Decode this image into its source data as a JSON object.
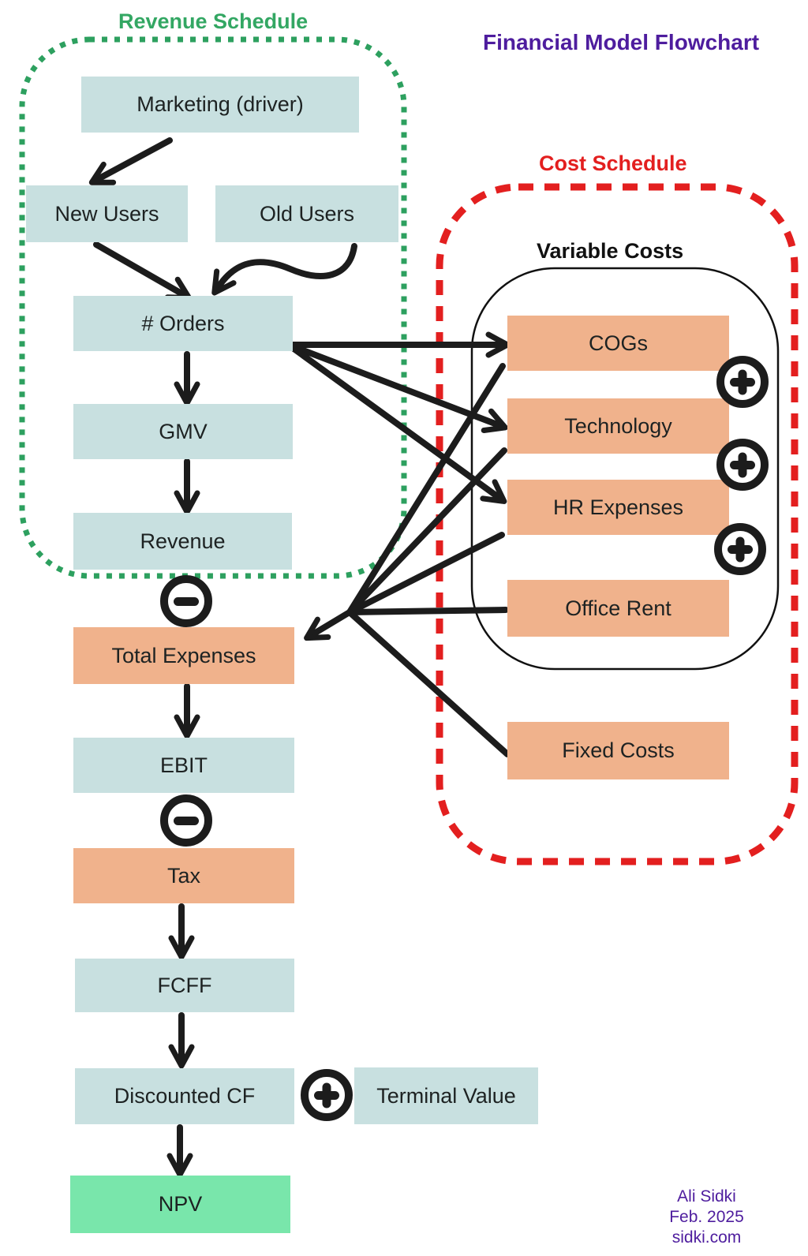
{
  "title": "Financial Model Flowchart",
  "sections": {
    "revenue_schedule": {
      "label": "Revenue Schedule",
      "border_style": "green-dotted"
    },
    "cost_schedule": {
      "label": "Cost Schedule",
      "border_style": "red-dashed"
    },
    "variable_costs": {
      "label": "Variable Costs",
      "border_style": "black-solid"
    }
  },
  "nodes": {
    "marketing": {
      "label": "Marketing (driver)",
      "color": "teal"
    },
    "new_users": {
      "label": "New Users",
      "color": "teal"
    },
    "old_users": {
      "label": "Old Users",
      "color": "teal"
    },
    "orders": {
      "label": "# Orders",
      "color": "teal"
    },
    "gmv": {
      "label": "GMV",
      "color": "teal"
    },
    "revenue": {
      "label": "Revenue",
      "color": "teal"
    },
    "total_expenses": {
      "label": "Total Expenses",
      "color": "orange"
    },
    "ebit": {
      "label": "EBIT",
      "color": "teal"
    },
    "tax": {
      "label": "Tax",
      "color": "orange"
    },
    "fcff": {
      "label": "FCFF",
      "color": "teal"
    },
    "discounted_cf": {
      "label": "Discounted CF",
      "color": "teal"
    },
    "terminal_value": {
      "label": "Terminal Value",
      "color": "teal"
    },
    "npv": {
      "label": "NPV",
      "color": "green"
    },
    "cogs": {
      "label": "COGs",
      "color": "orange"
    },
    "technology": {
      "label": "Technology",
      "color": "orange"
    },
    "hr_expenses": {
      "label": "HR Expenses",
      "color": "orange"
    },
    "office_rent": {
      "label": "Office Rent",
      "color": "orange"
    },
    "fixed_costs": {
      "label": "Fixed Costs",
      "color": "orange"
    }
  },
  "edges": [
    {
      "from": "marketing",
      "to": "new_users",
      "type": "arrow"
    },
    {
      "from": "new_users",
      "to": "orders",
      "type": "arrow"
    },
    {
      "from": "old_users",
      "to": "orders",
      "type": "curved-arrow"
    },
    {
      "from": "orders",
      "to": "gmv",
      "type": "arrow"
    },
    {
      "from": "gmv",
      "to": "revenue",
      "type": "arrow"
    },
    {
      "from": "orders",
      "to": "cogs",
      "type": "arrow"
    },
    {
      "from": "orders",
      "to": "technology",
      "type": "arrow"
    },
    {
      "from": "orders",
      "to": "hr_expenses",
      "type": "arrow"
    },
    {
      "from": "cogs",
      "to": "total_expenses",
      "type": "join-line"
    },
    {
      "from": "technology",
      "to": "total_expenses",
      "type": "join-line"
    },
    {
      "from": "hr_expenses",
      "to": "total_expenses",
      "type": "join-line"
    },
    {
      "from": "office_rent",
      "to": "total_expenses",
      "type": "join-line"
    },
    {
      "from": "fixed_costs",
      "to": "total_expenses",
      "type": "join-line"
    },
    {
      "from": "total_expenses",
      "to": "ebit",
      "type": "arrow"
    },
    {
      "from": "tax",
      "to": "fcff",
      "type": "arrow"
    },
    {
      "from": "fcff",
      "to": "discounted_cf",
      "type": "arrow"
    },
    {
      "from": "discounted_cf",
      "to": "npv",
      "type": "arrow"
    }
  ],
  "operators": [
    {
      "icon": "minus-icon",
      "between": [
        "revenue",
        "total_expenses"
      ]
    },
    {
      "icon": "minus-icon",
      "between": [
        "ebit",
        "tax"
      ]
    },
    {
      "icon": "plus-icon",
      "between": [
        "cogs",
        "technology"
      ]
    },
    {
      "icon": "plus-icon",
      "between": [
        "technology",
        "hr_expenses"
      ]
    },
    {
      "icon": "plus-icon",
      "between": [
        "hr_expenses",
        "office_rent"
      ]
    },
    {
      "icon": "plus-icon",
      "between": [
        "discounted_cf",
        "terminal_value"
      ]
    }
  ],
  "credits": {
    "author": "Ali Sidki",
    "date": "Feb. 2025",
    "website": "sidki.com"
  },
  "colors": {
    "box_teal": "#c8e0e0",
    "box_orange": "#f0b28c",
    "box_green": "#79e6ab",
    "arrow_black": "#1c1c1c",
    "purple": "#4e1d9e",
    "label_green": "#33a763",
    "border_green": "#2da05f",
    "border_red": "#e31f1f",
    "container_black": "#111111",
    "text_black": "#1d2222"
  }
}
